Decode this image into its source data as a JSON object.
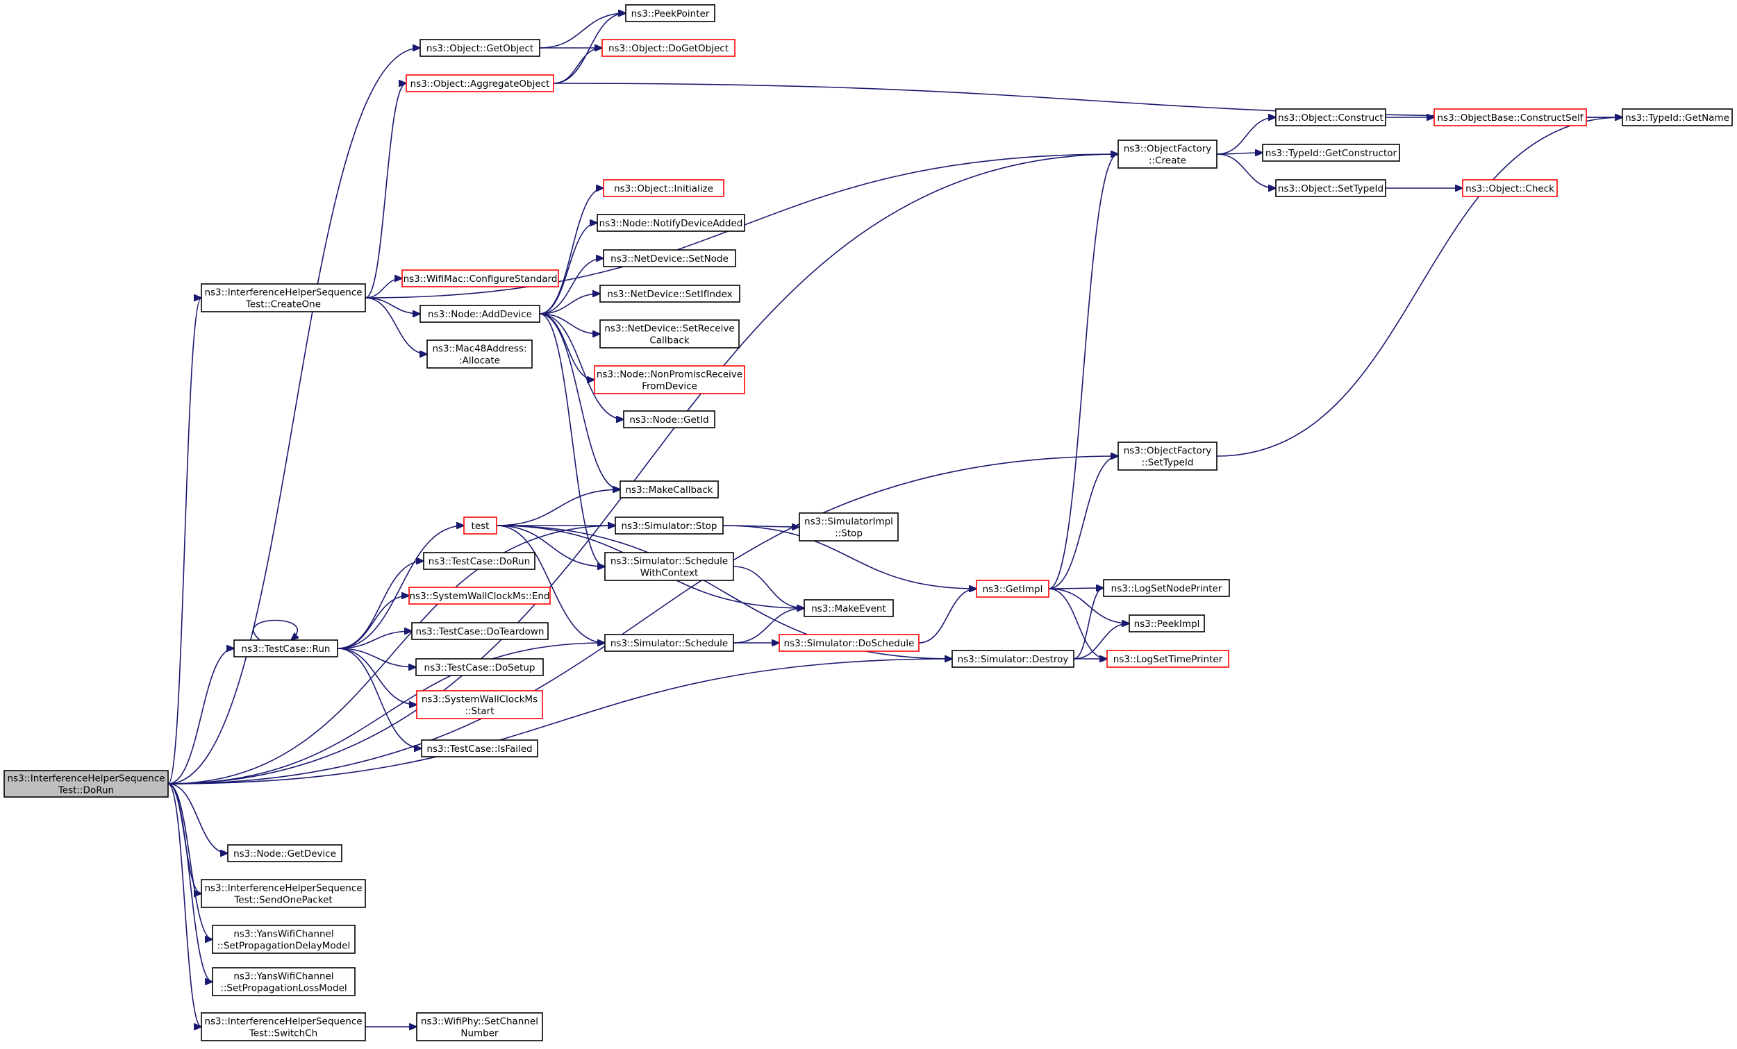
{
  "graph": {
    "root": "n_root",
    "nodes": [
      {
        "id": "n_root",
        "lines": [
          "ns3::InterferenceHelperSequence",
          "Test::DoRun"
        ],
        "style": "root"
      },
      {
        "id": "n_peek",
        "lines": [
          "ns3::PeekPointer"
        ],
        "style": "normal"
      },
      {
        "id": "n_getobj",
        "lines": [
          "ns3::Object::GetObject"
        ],
        "style": "normal"
      },
      {
        "id": "n_dogetobj",
        "lines": [
          "ns3::Object::DoGetObject"
        ],
        "style": "red"
      },
      {
        "id": "n_aggobj",
        "lines": [
          "ns3::Object::AggregateObject"
        ],
        "style": "red"
      },
      {
        "id": "n_typeid_getname",
        "lines": [
          "ns3::TypeId::GetName"
        ],
        "style": "normal"
      },
      {
        "id": "n_objconstruct",
        "lines": [
          "ns3::Object::Construct"
        ],
        "style": "normal"
      },
      {
        "id": "n_constructself",
        "lines": [
          "ns3::ObjectBase::ConstructSelf"
        ],
        "style": "red"
      },
      {
        "id": "n_factory_create",
        "lines": [
          "ns3::ObjectFactory",
          "::Create"
        ],
        "style": "normal"
      },
      {
        "id": "n_getconstructor",
        "lines": [
          "ns3::TypeId::GetConstructor"
        ],
        "style": "normal"
      },
      {
        "id": "n_settypeid_obj",
        "lines": [
          "ns3::Object::SetTypeId"
        ],
        "style": "normal"
      },
      {
        "id": "n_objcheck",
        "lines": [
          "ns3::Object::Check"
        ],
        "style": "red"
      },
      {
        "id": "n_objinit",
        "lines": [
          "ns3::Object::Initialize"
        ],
        "style": "red"
      },
      {
        "id": "n_notify",
        "lines": [
          "ns3::Node::NotifyDeviceAdded"
        ],
        "style": "normal"
      },
      {
        "id": "n_setnode",
        "lines": [
          "ns3::NetDevice::SetNode"
        ],
        "style": "normal"
      },
      {
        "id": "n_setifindex",
        "lines": [
          "ns3::NetDevice::SetIfIndex"
        ],
        "style": "normal"
      },
      {
        "id": "n_createone",
        "lines": [
          "ns3::InterferenceHelperSequence",
          "Test::CreateOne"
        ],
        "style": "normal"
      },
      {
        "id": "n_configstd",
        "lines": [
          "ns3::WifiMac::ConfigureStandard"
        ],
        "style": "red"
      },
      {
        "id": "n_adddevice",
        "lines": [
          "ns3::Node::AddDevice"
        ],
        "style": "normal"
      },
      {
        "id": "n_setreceive",
        "lines": [
          "ns3::NetDevice::SetReceive",
          "Callback"
        ],
        "style": "normal"
      },
      {
        "id": "n_mac48",
        "lines": [
          "ns3::Mac48Address:",
          ":Allocate"
        ],
        "style": "normal"
      },
      {
        "id": "n_nonpromisc",
        "lines": [
          "ns3::Node::NonPromiscReceive",
          "FromDevice"
        ],
        "style": "red"
      },
      {
        "id": "n_getid",
        "lines": [
          "ns3::Node::GetId"
        ],
        "style": "normal"
      },
      {
        "id": "n_factory_settypeid",
        "lines": [
          "ns3::ObjectFactory",
          "::SetTypeId"
        ],
        "style": "normal"
      },
      {
        "id": "n_makecallback",
        "lines": [
          "ns3::MakeCallback"
        ],
        "style": "normal"
      },
      {
        "id": "n_test",
        "lines": [
          "test"
        ],
        "style": "red"
      },
      {
        "id": "n_simstop",
        "lines": [
          "ns3::Simulator::Stop"
        ],
        "style": "normal"
      },
      {
        "id": "n_simimplstop",
        "lines": [
          "ns3::SimulatorImpl",
          "::Stop"
        ],
        "style": "normal"
      },
      {
        "id": "n_dorun_tc",
        "lines": [
          "ns3::TestCase::DoRun"
        ],
        "style": "normal"
      },
      {
        "id": "n_schedwithctx",
        "lines": [
          "ns3::Simulator::Schedule",
          "WithContext"
        ],
        "style": "normal"
      },
      {
        "id": "n_getimpl",
        "lines": [
          "ns3::GetImpl"
        ],
        "style": "red"
      },
      {
        "id": "n_lognodeprinter",
        "lines": [
          "ns3::LogSetNodePrinter"
        ],
        "style": "normal"
      },
      {
        "id": "n_swcend",
        "lines": [
          "ns3::SystemWallClockMs::End"
        ],
        "style": "red"
      },
      {
        "id": "n_makeevent",
        "lines": [
          "ns3::MakeEvent"
        ],
        "style": "normal"
      },
      {
        "id": "n_peekimpl",
        "lines": [
          "ns3::PeekImpl"
        ],
        "style": "normal"
      },
      {
        "id": "n_teardown",
        "lines": [
          "ns3::TestCase::DoTeardown"
        ],
        "style": "normal"
      },
      {
        "id": "n_tcrun",
        "lines": [
          "ns3::TestCase::Run"
        ],
        "style": "normal"
      },
      {
        "id": "n_simschedule",
        "lines": [
          "ns3::Simulator::Schedule"
        ],
        "style": "normal"
      },
      {
        "id": "n_doschedule",
        "lines": [
          "ns3::Simulator::DoSchedule"
        ],
        "style": "red"
      },
      {
        "id": "n_simdestroy",
        "lines": [
          "ns3::Simulator::Destroy"
        ],
        "style": "normal"
      },
      {
        "id": "n_logtimeprinter",
        "lines": [
          "ns3::LogSetTimePrinter"
        ],
        "style": "red"
      },
      {
        "id": "n_dosetup",
        "lines": [
          "ns3::TestCase::DoSetup"
        ],
        "style": "normal"
      },
      {
        "id": "n_swcstart",
        "lines": [
          "ns3::SystemWallClockMs",
          "::Start"
        ],
        "style": "red"
      },
      {
        "id": "n_isfailed",
        "lines": [
          "ns3::TestCase::IsFailed"
        ],
        "style": "normal"
      },
      {
        "id": "n_getdevice",
        "lines": [
          "ns3::Node::GetDevice"
        ],
        "style": "normal"
      },
      {
        "id": "n_sendonepacket",
        "lines": [
          "ns3::InterferenceHelperSequence",
          "Test::SendOnePacket"
        ],
        "style": "normal"
      },
      {
        "id": "n_setpropdelay",
        "lines": [
          "ns3::YansWifiChannel",
          "::SetPropagationDelayModel"
        ],
        "style": "normal"
      },
      {
        "id": "n_setproploss",
        "lines": [
          "ns3::YansWifiChannel",
          "::SetPropagationLossModel"
        ],
        "style": "normal"
      },
      {
        "id": "n_switchch",
        "lines": [
          "ns3::InterferenceHelperSequence",
          "Test::SwitchCh"
        ],
        "style": "normal"
      },
      {
        "id": "n_setchannel",
        "lines": [
          "ns3::WifiPhy::SetChannel",
          "Number"
        ],
        "style": "normal"
      }
    ],
    "edges": [
      {
        "from": "n_root",
        "to": "n_getobj"
      },
      {
        "from": "n_root",
        "to": "n_factory_create"
      },
      {
        "from": "n_root",
        "to": "n_createone"
      },
      {
        "from": "n_root",
        "to": "n_factory_settypeid"
      },
      {
        "from": "n_root",
        "to": "n_simstop"
      },
      {
        "from": "n_root",
        "to": "n_tcrun"
      },
      {
        "from": "n_root",
        "to": "n_simschedule"
      },
      {
        "from": "n_root",
        "to": "n_simdestroy"
      },
      {
        "from": "n_root",
        "to": "n_getdevice"
      },
      {
        "from": "n_root",
        "to": "n_sendonepacket"
      },
      {
        "from": "n_root",
        "to": "n_setpropdelay"
      },
      {
        "from": "n_root",
        "to": "n_setproploss"
      },
      {
        "from": "n_root",
        "to": "n_switchch"
      },
      {
        "from": "n_getobj",
        "to": "n_peek"
      },
      {
        "from": "n_getobj",
        "to": "n_dogetobj"
      },
      {
        "from": "n_aggobj",
        "to": "n_peek"
      },
      {
        "from": "n_aggobj",
        "to": "n_dogetobj"
      },
      {
        "from": "n_aggobj",
        "to": "n_typeid_getname"
      },
      {
        "from": "n_createone",
        "to": "n_aggobj"
      },
      {
        "from": "n_createone",
        "to": "n_factory_create"
      },
      {
        "from": "n_createone",
        "to": "n_configstd"
      },
      {
        "from": "n_createone",
        "to": "n_adddevice"
      },
      {
        "from": "n_createone",
        "to": "n_mac48"
      },
      {
        "from": "n_factory_create",
        "to": "n_objconstruct"
      },
      {
        "from": "n_factory_create",
        "to": "n_getconstructor"
      },
      {
        "from": "n_factory_create",
        "to": "n_settypeid_obj"
      },
      {
        "from": "n_objconstruct",
        "to": "n_constructself"
      },
      {
        "from": "n_constructself",
        "to": "n_typeid_getname"
      },
      {
        "from": "n_settypeid_obj",
        "to": "n_objcheck"
      },
      {
        "from": "n_adddevice",
        "to": "n_objinit"
      },
      {
        "from": "n_adddevice",
        "to": "n_notify"
      },
      {
        "from": "n_adddevice",
        "to": "n_setnode"
      },
      {
        "from": "n_adddevice",
        "to": "n_setifindex"
      },
      {
        "from": "n_adddevice",
        "to": "n_setreceive"
      },
      {
        "from": "n_adddevice",
        "to": "n_nonpromisc"
      },
      {
        "from": "n_adddevice",
        "to": "n_getid"
      },
      {
        "from": "n_adddevice",
        "to": "n_makecallback"
      },
      {
        "from": "n_adddevice",
        "to": "n_schedwithctx"
      },
      {
        "from": "n_factory_settypeid",
        "to": "n_typeid_getname"
      },
      {
        "from": "n_tcrun",
        "to": "n_tcrun"
      },
      {
        "from": "n_tcrun",
        "to": "n_test"
      },
      {
        "from": "n_tcrun",
        "to": "n_dorun_tc"
      },
      {
        "from": "n_tcrun",
        "to": "n_swcend"
      },
      {
        "from": "n_tcrun",
        "to": "n_teardown"
      },
      {
        "from": "n_tcrun",
        "to": "n_dosetup"
      },
      {
        "from": "n_tcrun",
        "to": "n_swcstart"
      },
      {
        "from": "n_tcrun",
        "to": "n_isfailed"
      },
      {
        "from": "n_test",
        "to": "n_makecallback"
      },
      {
        "from": "n_test",
        "to": "n_simstop"
      },
      {
        "from": "n_test",
        "to": "n_schedwithctx"
      },
      {
        "from": "n_test",
        "to": "n_makeevent"
      },
      {
        "from": "n_test",
        "to": "n_simschedule"
      },
      {
        "from": "n_test",
        "to": "n_simdestroy"
      },
      {
        "from": "n_simstop",
        "to": "n_simimplstop"
      },
      {
        "from": "n_simstop",
        "to": "n_getimpl"
      },
      {
        "from": "n_schedwithctx",
        "to": "n_makeevent"
      },
      {
        "from": "n_simschedule",
        "to": "n_makeevent"
      },
      {
        "from": "n_simschedule",
        "to": "n_doschedule"
      },
      {
        "from": "n_doschedule",
        "to": "n_getimpl"
      },
      {
        "from": "n_getimpl",
        "to": "n_factory_create"
      },
      {
        "from": "n_getimpl",
        "to": "n_factory_settypeid"
      },
      {
        "from": "n_getimpl",
        "to": "n_lognodeprinter"
      },
      {
        "from": "n_getimpl",
        "to": "n_peekimpl"
      },
      {
        "from": "n_getimpl",
        "to": "n_logtimeprinter"
      },
      {
        "from": "n_simdestroy",
        "to": "n_lognodeprinter"
      },
      {
        "from": "n_simdestroy",
        "to": "n_peekimpl"
      },
      {
        "from": "n_simdestroy",
        "to": "n_logtimeprinter"
      },
      {
        "from": "n_switchch",
        "to": "n_setchannel"
      }
    ]
  }
}
